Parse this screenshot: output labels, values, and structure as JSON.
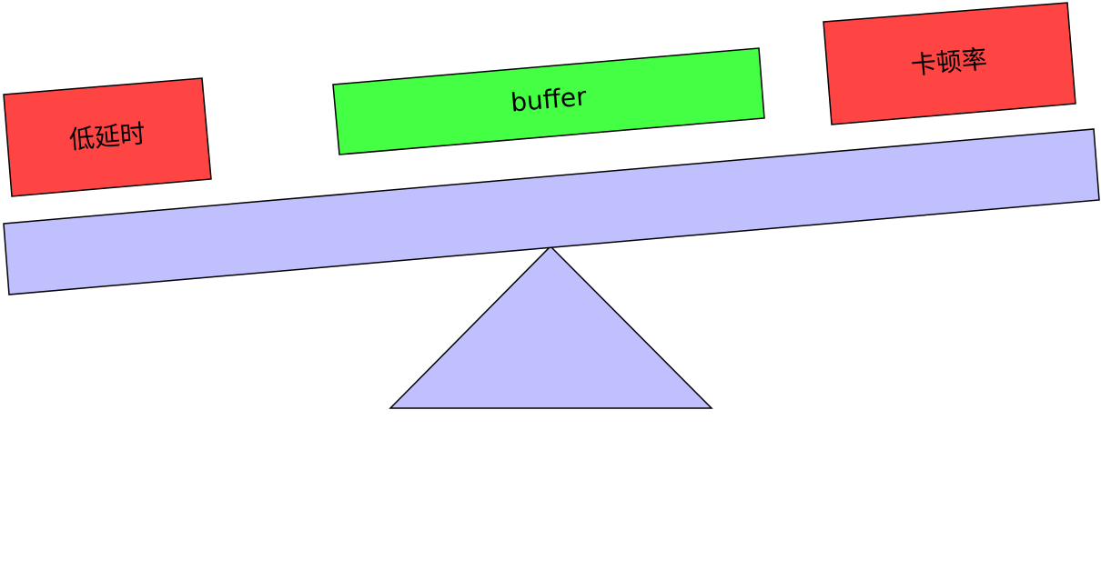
{
  "colors": {
    "latency_block": "#ff4444",
    "buffer_block": "#44ff44",
    "stutter_block": "#ff4444",
    "beam": "#c0c0ff",
    "fulcrum": "#c0c0ff",
    "outline": "#000000"
  },
  "blocks": {
    "latency": {
      "label": "低延时"
    },
    "buffer": {
      "label": "buffer"
    },
    "stutter": {
      "label": "卡顿率"
    }
  }
}
